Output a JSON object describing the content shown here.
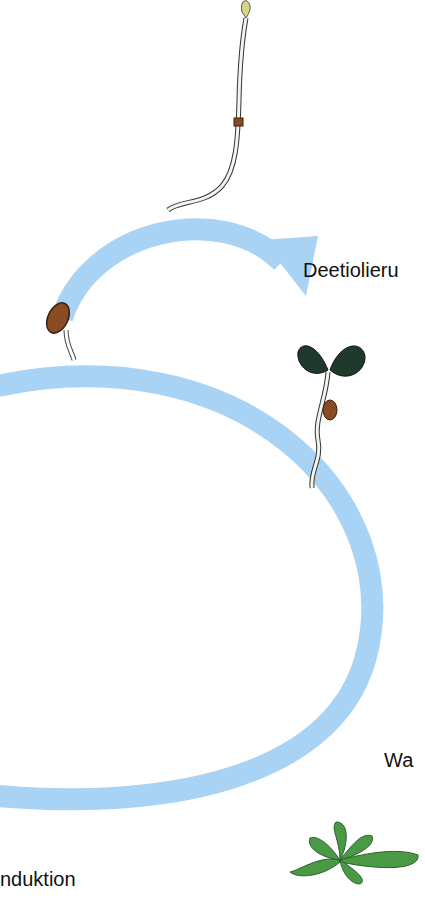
{
  "diagram": {
    "labels": [
      "Deetiolieru",
      "Wa",
      "nduktion"
    ]
  }
}
